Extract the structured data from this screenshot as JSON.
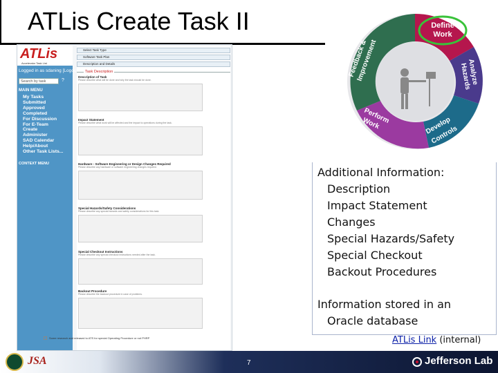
{
  "slide": {
    "title": "ATLis Create Task II",
    "page_number": "7"
  },
  "screenshot": {
    "logo": "ATLis",
    "logo_subtitle": "Accelerator Task List",
    "login_text": "Logged in as sdaning [Logout]",
    "search_placeholder": "Search by task",
    "search_help": "?",
    "menu_heading": "MAIN MENU",
    "menu_items": [
      "My Tasks",
      "Submitted",
      "Approved",
      "Completed",
      "For Discussion",
      "For E-Team",
      "Create",
      "Administer",
      "SAD Calendar",
      "Help/About",
      "Other Task Lists..."
    ],
    "context_menu": "CONTEXT MENU",
    "steps": [
      "Select Task Type",
      "Software Task Plan",
      "Description and Details"
    ],
    "section_tab": "Task Description",
    "fields": [
      {
        "label": "Description of Task",
        "hint": "Please describe what will be done and why the task should be done."
      },
      {
        "label": "Impact Statement",
        "hint": "Please describe what work will be affected and the impact to operations during the task."
      },
      {
        "label": "Hardware - Software Engineering or Design Changes Required",
        "hint": "Please describe any hardware or software engineering changes required."
      },
      {
        "label": "Special Hazards/Safety Considerations",
        "hint": "Please describe any special hazards and safety considerations for this task."
      },
      {
        "label": "Special Checkout Instructions",
        "hint": "Please describe any special checkout instructions needed after the task."
      },
      {
        "label": "Backout Procedure",
        "hint": "Please describe the backout procedure in case of problems."
      }
    ],
    "footer_checkbox": "Some research and released to ATS for special Operating Procedure or not PHRP"
  },
  "wheel": {
    "segments": [
      "Define Work",
      "Analyze Hazards",
      "Develop Controls",
      "Perform Work",
      "Feedback & Improvement"
    ],
    "colors": {
      "define": "#b5164d",
      "analyze": "#4a3a8c",
      "develop": "#1d6b8a",
      "perform": "#9b3aa0",
      "feedback": "#2f6e4f",
      "highlight": "#39c23a"
    }
  },
  "info": {
    "heading": "Additional Information:",
    "items": [
      "Description",
      "Impact Statement",
      "Changes",
      "Special Hazards/Safety",
      "Special Checkout",
      "Backout Procedures"
    ],
    "storage_heading": "Information stored in an",
    "storage_detail": "Oracle database"
  },
  "link": {
    "label": "ATLis Link",
    "suffix": " (internal)"
  },
  "footer": {
    "jsa_logo": "JSA",
    "lab_name": "Jefferson Lab"
  }
}
